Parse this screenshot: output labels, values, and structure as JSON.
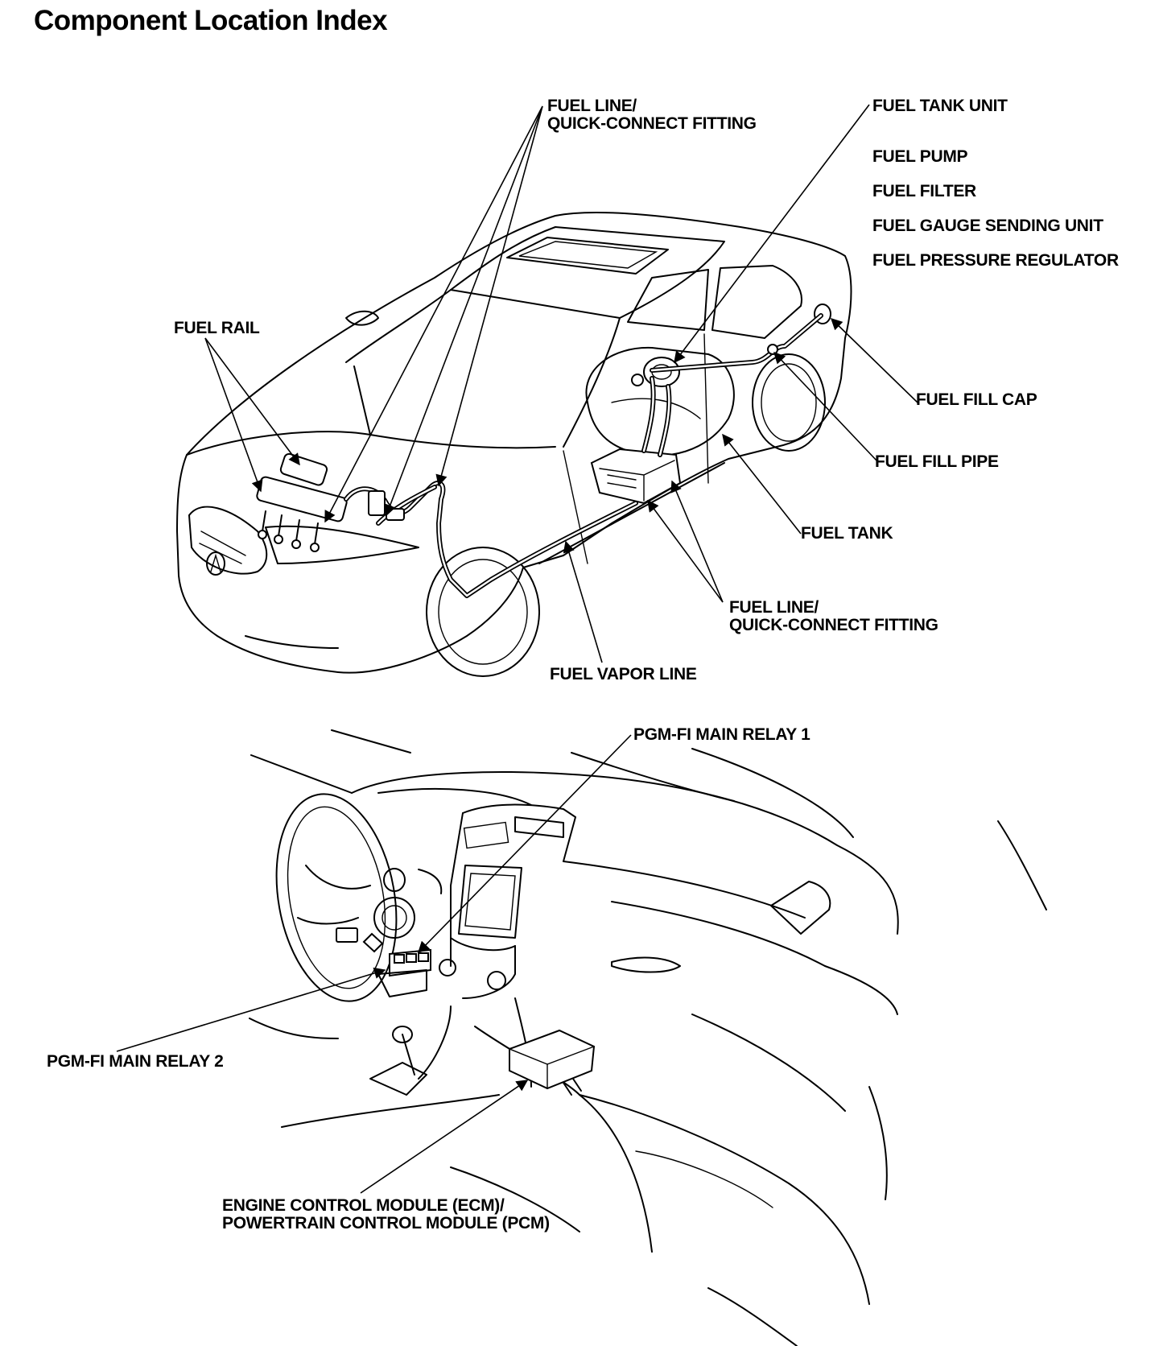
{
  "title": "Component Location Index",
  "labels": {
    "fuel_line_top": [
      "FUEL LINE/",
      "QUICK-CONNECT FITTING"
    ],
    "fuel_tank_unit": "FUEL TANK UNIT",
    "fuel_tank_unit_parts": [
      "FUEL PUMP",
      "FUEL FILTER",
      "FUEL GAUGE SENDING UNIT",
      "FUEL PRESSURE REGULATOR"
    ],
    "fuel_rail": "FUEL RAIL",
    "fuel_fill_cap": "FUEL FILL CAP",
    "fuel_fill_pipe": "FUEL FILL PIPE",
    "fuel_tank": "FUEL TANK",
    "fuel_line_bottom": [
      "FUEL LINE/",
      "QUICK-CONNECT FITTING"
    ],
    "fuel_vapor_line": "FUEL VAPOR LINE",
    "pgm_fi_main_relay_1": "PGM-FI MAIN RELAY 1",
    "pgm_fi_main_relay_2": "PGM-FI MAIN RELAY 2",
    "ecm_pcm": [
      "ENGINE CONTROL MODULE (ECM)/",
      "POWERTRAIN CONTROL MODULE (PCM)"
    ]
  },
  "icons": {
    "brand_emblem": "acura-emblem-icon"
  }
}
